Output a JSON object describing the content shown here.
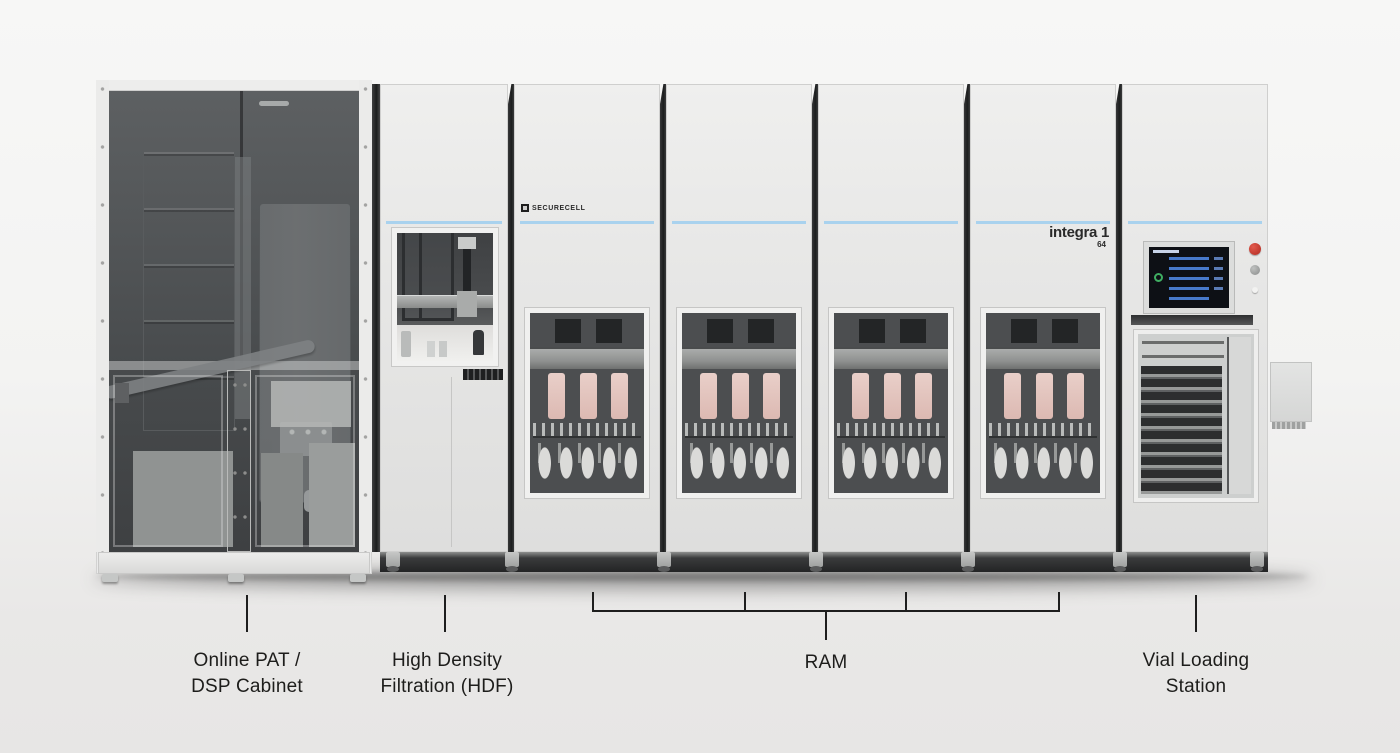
{
  "colors": {
    "accent_blue": "#a9d2ee",
    "estop_red": "#b02a20",
    "screen_blue": "#4a7fd4",
    "screen_green": "#3fae62",
    "label_text": "#1d1d1b"
  },
  "branding": {
    "module_logo": "SECURECELL",
    "model_name": "integra 1",
    "model_sub": "64"
  },
  "annotations": [
    {
      "id": "online-pat-dsp",
      "line1": "Online PAT /",
      "line2": "DSP Cabinet"
    },
    {
      "id": "hdf",
      "line1": "High Density",
      "line2": "Filtration (HDF)"
    },
    {
      "id": "ram",
      "line1": "RAM",
      "line2": ""
    },
    {
      "id": "vial-loading",
      "line1": "Vial Loading",
      "line2": "Station"
    }
  ]
}
